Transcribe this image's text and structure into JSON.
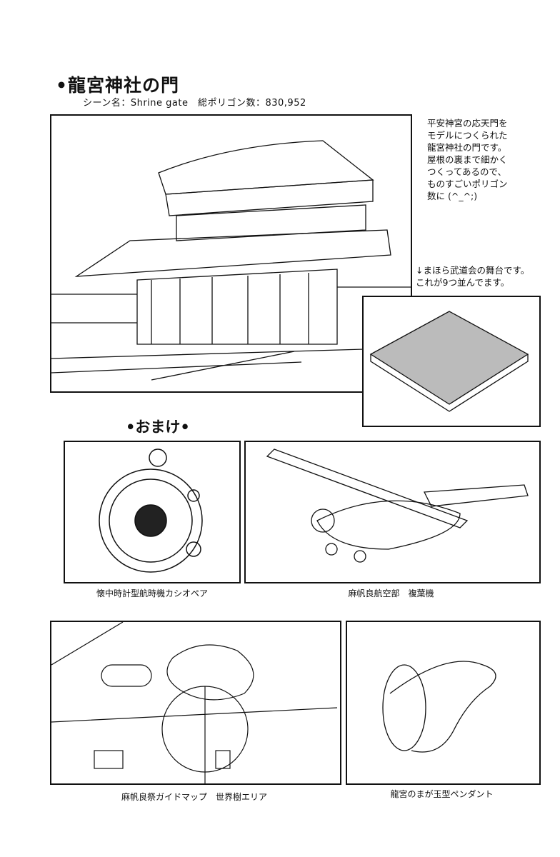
{
  "section_title": "•龍宮神社の門",
  "scene_line": "シーン名：Shrine gate　総ポリゴン数：830,952",
  "description": "平安神宮の応天門を\nモデルにつくられた\n龍宮神社の門です。\n屋根の裏まで細かく\nつくってあるので、\nものすごいポリゴン\n数に (^_^;)",
  "stage_note": "↓まほら武道会の舞台です。\nこれが9つ並んでます。",
  "omake_title": "•おまけ•",
  "captions": {
    "watch": "懐中時計型航時機カシオペア",
    "plane": "麻帆良航空部　複葉機",
    "map": "麻帆良祭ガイドマップ　世界樹エリア",
    "pendant": "龍宮のまが玉型ペンダント"
  }
}
